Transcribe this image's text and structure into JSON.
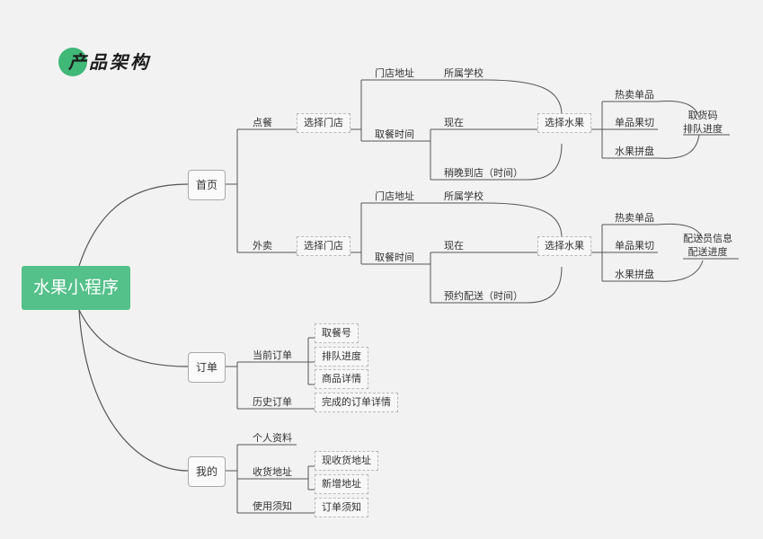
{
  "header": {
    "title": "产品架构"
  },
  "root": "水果小程序",
  "home": {
    "label": "首页",
    "dine_in": {
      "label": "点餐",
      "choose_store": "选择门店",
      "store_address": "门店地址",
      "school": "所属学校",
      "pickup_time": "取餐时间",
      "now": "现在",
      "later": "稍晚到店（时间）",
      "choose_fruit": "选择水果",
      "products": [
        "热卖单品",
        "单品果切",
        "水果拼盘"
      ],
      "result": "取货码\n排队进度"
    },
    "delivery": {
      "label": "外卖",
      "choose_store": "选择门店",
      "store_address": "门店地址",
      "school": "所属学校",
      "pickup_time": "取餐时间",
      "now": "现在",
      "later": "预约配送（时间）",
      "choose_fruit": "选择水果",
      "products": [
        "热卖单品",
        "单品果切",
        "水果拼盘"
      ],
      "result": "配送员信息\n配送进度"
    }
  },
  "orders": {
    "label": "订单",
    "current": "当前订单",
    "current_items": [
      "取餐号",
      "排队进度",
      "商品详情"
    ],
    "history": "历史订单",
    "history_items": [
      "完成的订单详情"
    ]
  },
  "mine": {
    "label": "我的",
    "profile": "个人资料",
    "address": "收货地址",
    "address_items": [
      "现收货地址",
      "新增地址"
    ],
    "notice": "使用须知",
    "notice_items": [
      "订单须知"
    ]
  },
  "colors": {
    "accent": "#54c08a",
    "line": "#555555",
    "background": "#f2f2f2"
  }
}
